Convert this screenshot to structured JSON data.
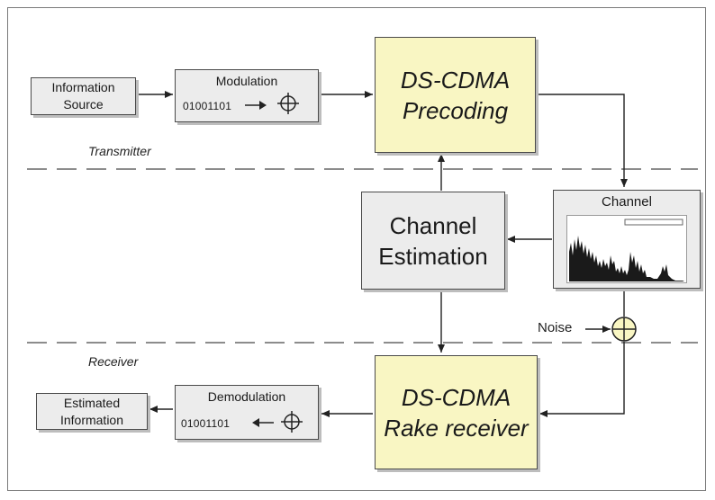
{
  "blocks": {
    "info_source": [
      "Information",
      "Source"
    ],
    "modulation": {
      "title": "Modulation",
      "bits": "01001101"
    },
    "precoding": [
      "DS-CDMA",
      "Precoding"
    ],
    "channel_estimation": [
      "Channel",
      "Estimation"
    ],
    "channel": {
      "title": "Channel"
    },
    "rake_receiver": [
      "DS-CDMA",
      "Rake receiver"
    ],
    "demodulation": {
      "title": "Demodulation",
      "bits": "01001101"
    },
    "estimated_info": [
      "Estimated",
      "Information"
    ]
  },
  "labels": {
    "transmitter": "Transmitter",
    "receiver": "Receiver",
    "noise": "Noise"
  },
  "colors": {
    "precoding_fill": "#f9f6c3",
    "block_fill": "#ececec",
    "line": "#333333"
  }
}
